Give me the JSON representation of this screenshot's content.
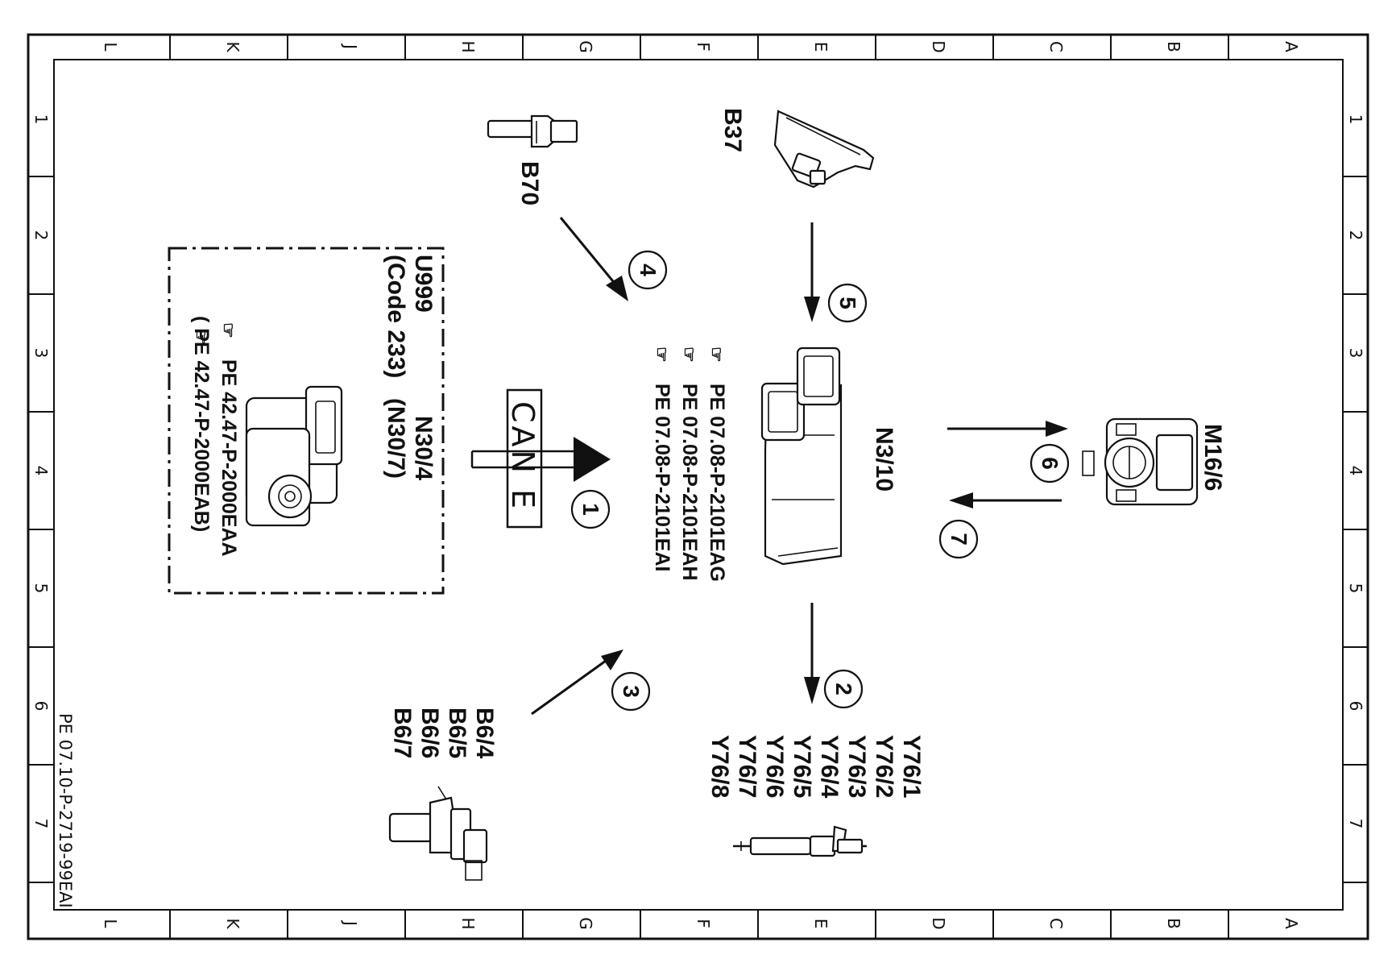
{
  "grid": {
    "columns": [
      "L",
      "K",
      "J",
      "H",
      "G",
      "F",
      "E",
      "D",
      "C",
      "B",
      "A"
    ],
    "rows": [
      "1",
      "2",
      "3",
      "4",
      "5",
      "6",
      "7"
    ]
  },
  "doc_ref": "PE 07.10-P-2719-99EAI",
  "components": {
    "b37": "B37",
    "b70": "B70",
    "n3_10": "N3/10",
    "m16_6": "M16/6",
    "u999": "U999",
    "u999_code": "(Code  233)",
    "n30_4": "N30/4",
    "n30_7": "(N30/7)",
    "n30_ref1": "PE  42.47-P-2000EAA",
    "n30_ref2": "(      PE  42.47-P-2000EAB)",
    "n3_ref1": "PE  07.08-P-2101EAG",
    "n3_ref2": "PE  07.08-P-2101EAH",
    "n3_ref3": "PE  07.08-P-2101EAI",
    "b6": [
      "B6/4",
      "B6/5",
      "B6/6",
      "B6/7"
    ],
    "y76": [
      "Y76/1",
      "Y76/2",
      "Y76/3",
      "Y76/4",
      "Y76/5",
      "Y76/6",
      "Y76/7",
      "Y76/8"
    ],
    "can": "CAN E"
  },
  "signals": [
    "1",
    "2",
    "3",
    "4",
    "5",
    "6",
    "7"
  ]
}
